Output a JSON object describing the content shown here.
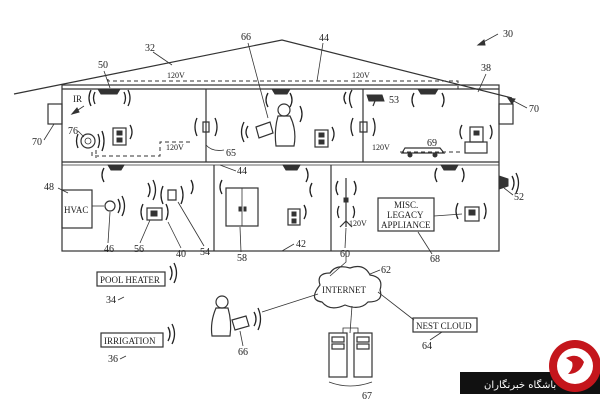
{
  "figure_number": "30",
  "refs": {
    "roof": "32",
    "sensor_top_left": "50",
    "person_top": "66",
    "wiring_top": "44",
    "sensor_top_right": "38",
    "outer_top_right": "70",
    "outer_top_left": "70",
    "thermostat": "76",
    "camera": "53",
    "wire_mid": "65",
    "wiring_mid": "44",
    "vehicle": "69",
    "hvac_ref": "48",
    "sensor_right": "52",
    "hvac_bottom": "46",
    "outlet_low": "56",
    "sensor_40": "40",
    "light_54": "54",
    "door": "58",
    "floor": "42",
    "antenna": "60",
    "cloud": "62",
    "appliance_ref": "68",
    "pool": "34",
    "person_bottom": "66",
    "nest_ref": "64",
    "irrigation_ref": "36",
    "servers": "67"
  },
  "labels": {
    "ir": "IR",
    "hvac": "HVAC",
    "misc_line1": "MISC.",
    "misc_line2": "LEGACY",
    "misc_line3": "APPLIANCE",
    "internet": "INTERNET",
    "pool_heater": "POOL HEATER",
    "irrigation": "IRRIGATION",
    "nest_cloud": "NEST CLOUD"
  },
  "voltage": {
    "v1": "120V",
    "v2": "120V",
    "v3": "120V",
    "v4": "120V",
    "v5": "120V"
  },
  "watermark": {
    "text": "باشگاه خبرنگاران"
  }
}
